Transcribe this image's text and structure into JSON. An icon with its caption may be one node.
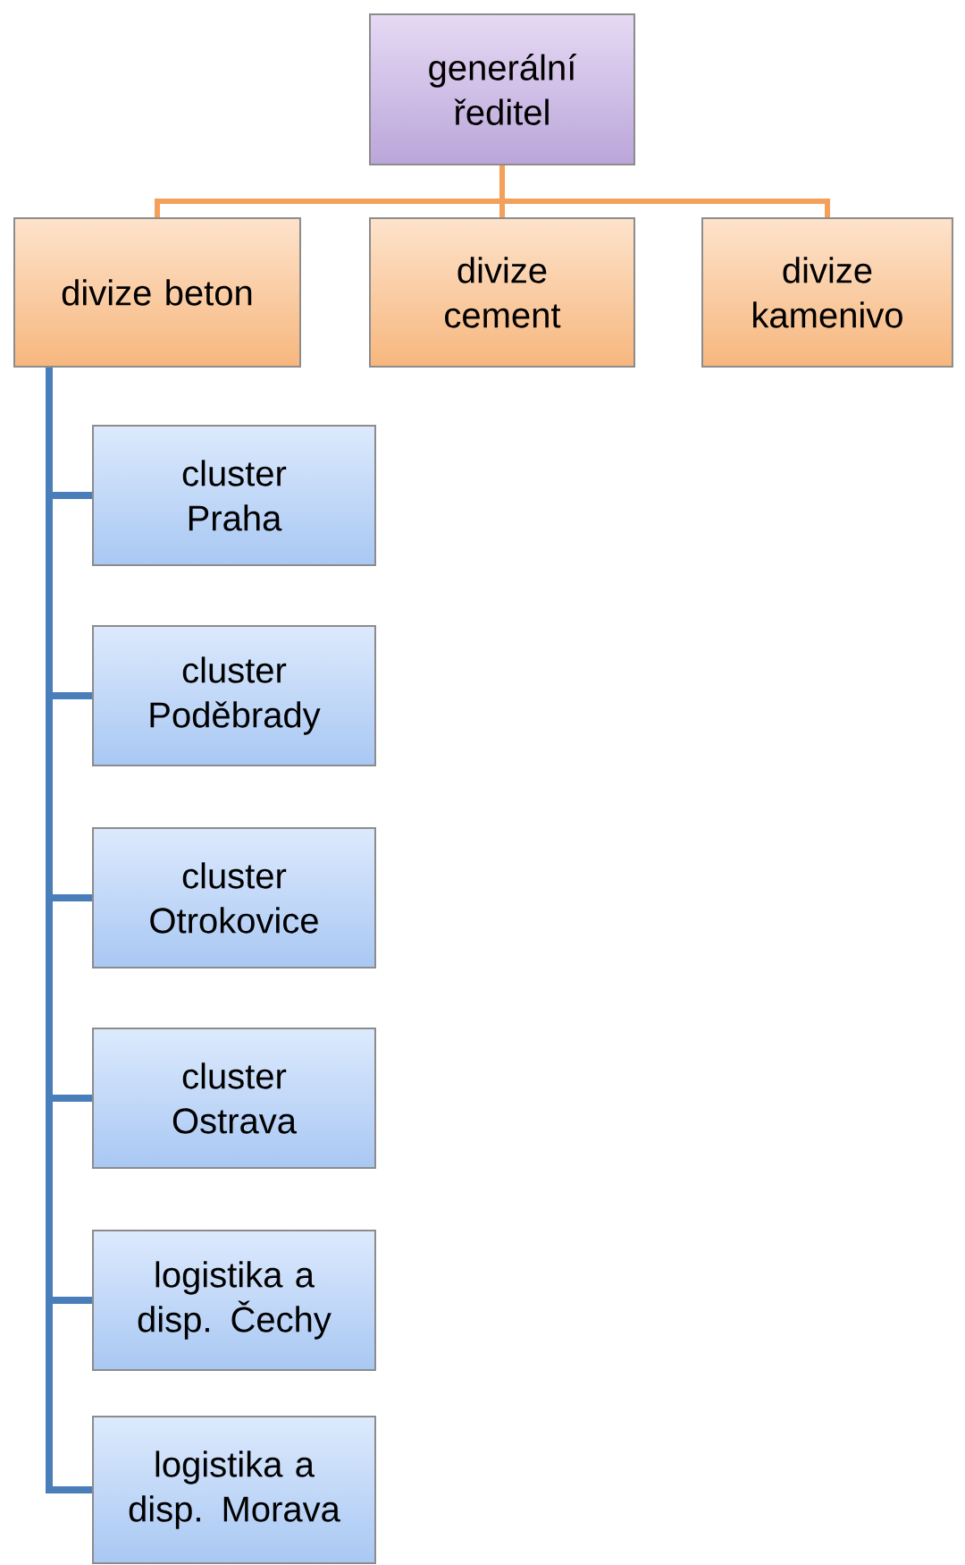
{
  "diagram": {
    "nodes": [
      {
        "text": [
          "generální ředitel"
        ]
      },
      {
        "text": [
          "divize beton"
        ]
      },
      {
        "text": [
          "divize cement"
        ]
      },
      {
        "text": [
          "divize kamenivo"
        ]
      },
      {
        "text": [
          "cluster Praha"
        ]
      },
      {
        "text": [
          "cluster Poděbrady"
        ]
      },
      {
        "text": [
          "cluster Otrokovice"
        ]
      },
      {
        "text": [
          "cluster Ostrava"
        ]
      },
      {
        "text": [
          "logistika a disp. Čechy"
        ]
      },
      {
        "text": [
          "logistika a disp. Morava"
        ]
      }
    ],
    "edges": [
      {
        "from": 0,
        "to": 1,
        "arrow": "none",
        "color": "#f5a05a"
      },
      {
        "from": 0,
        "to": 2,
        "arrow": "none",
        "color": "#f5a05a"
      },
      {
        "from": 0,
        "to": 3,
        "arrow": "none",
        "color": "#f5a05a"
      },
      {
        "from": 1,
        "to": 4,
        "arrow": "none"
      },
      {
        "from": 1,
        "to": 5,
        "arrow": "none"
      },
      {
        "from": 1,
        "to": 6,
        "arrow": "none"
      },
      {
        "from": 1,
        "to": 7,
        "arrow": "none"
      },
      {
        "from": 1,
        "to": 8,
        "arrow": "none"
      },
      {
        "from": 1,
        "to": 9,
        "arrow": "none"
      }
    ]
  }
}
